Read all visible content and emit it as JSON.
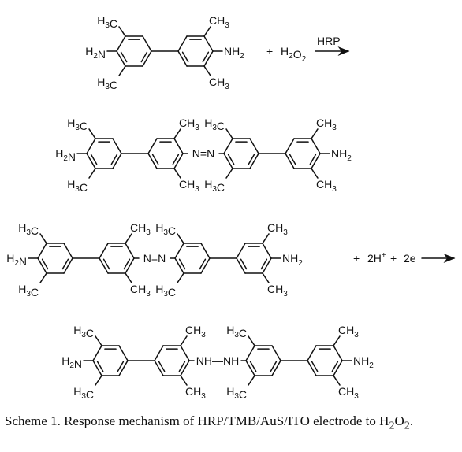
{
  "scheme": {
    "groups": {
      "h3c": "H3C",
      "ch3": "CH3",
      "h2n": "H2N",
      "nh2": "NH2",
      "azo": "N=N",
      "hydrazo": "NH—NH",
      "plus": "+"
    },
    "step1": {
      "reagent": "H2O2",
      "catalyst": "HRP"
    },
    "step2": {
      "protons": "2H+",
      "electrons": "2e"
    }
  },
  "caption": {
    "text": "Scheme 1. Response mechanism of HRP/TMB/AuS/ITO electrode to H2O2."
  }
}
